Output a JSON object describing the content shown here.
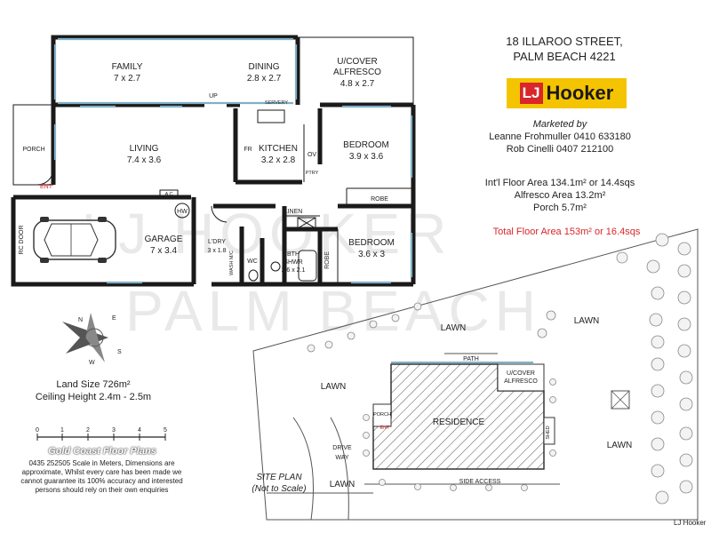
{
  "address": {
    "line1": "18 ILLAROO STREET,",
    "line2": "PALM BEACH 4221"
  },
  "brand": {
    "logo_mark": "LJ",
    "logo_word": "Hooker",
    "footer_logo": "LJ Hooker",
    "color": "#f5c400",
    "text_color": "#1a1a1a"
  },
  "marketing": {
    "heading": "Marketed by",
    "agent1": "Leanne Frohmuller 0410 633180",
    "agent2": "Rob Cinelli 0407 212100"
  },
  "areas": {
    "internal": "Int'l Floor Area 134.1m² or 14.4sqs",
    "alfresco": "Alfresco Area 13.2m²",
    "porch": "Porch 5.7m²",
    "total": "Total Floor Area 153m² or 16.4sqs",
    "total_color": "#d8262a"
  },
  "watermark": {
    "line1": "LJ HOOKER",
    "line2": "PALM BEACH"
  },
  "rooms": {
    "family": {
      "name": "FAMILY",
      "size": "7 x 2.7"
    },
    "dining": {
      "name": "DINING",
      "size": "2.8 x 2.7"
    },
    "alfresco": {
      "name": "U/COVER",
      "name2": "ALFRESCO",
      "size": "4.8 x 2.7"
    },
    "living": {
      "name": "LIVING",
      "size": "7.4 x 3.6"
    },
    "kitchen": {
      "name": "KITCHEN",
      "size": "3.2 x 2.8"
    },
    "bed1": {
      "name": "BEDROOM",
      "size": "3.9 x 3.6"
    },
    "bed2": {
      "name": "BEDROOM",
      "size": "3.6 x 3"
    },
    "garage": {
      "name": "GARAGE",
      "size": "7 x 3.4"
    },
    "laundry": {
      "name": "L'DRY",
      "size": "3 x 1.8"
    },
    "bath": {
      "name": "BTH",
      "name2": "SHWR",
      "size": "2.6 x 2.1"
    },
    "porch": "PORCH",
    "ent": "ENT",
    "up": "UP",
    "servery": "SERVERY",
    "fr": "FR",
    "ov": "OV",
    "ptry": "PTRY",
    "robe1": "ROBE",
    "robe2": "ROBE",
    "linen": "LINEN",
    "hw": "HW",
    "ac": "A C",
    "rc_door": "RC DOOR",
    "wc": "WC",
    "wash": "WASH M/C"
  },
  "lot": {
    "land": "Land Size 726m²",
    "ceiling": "Ceiling Height 2.4m - 2.5m"
  },
  "scale": {
    "ticks": [
      "0",
      "1",
      "2",
      "3",
      "4",
      "5"
    ],
    "company": "Gold Coast Floor Plans",
    "disclaimer": [
      "0435 252505 Scale in Meters, Dimensions are",
      "approximate, Whilst every care has been made we",
      "cannot guarantee its 100% accuracy and interested",
      "persons should rely on their own enquiries"
    ]
  },
  "compass": {
    "n": "N",
    "e": "E",
    "s": "S",
    "w": "W"
  },
  "site": {
    "title": "SITE PLAN",
    "subtitle": "(Not to Scale)",
    "residence": "RESIDENCE",
    "lawn": "LAWN",
    "path": "PATH",
    "alfresco1": "U/COVER",
    "alfresco2": "ALFRESCO",
    "drive1": "DRIVE",
    "drive2": "WAY",
    "side_access": "SIDE ACCESS",
    "porch": "PORCH",
    "ent": "ENT",
    "shed": "SHED"
  }
}
